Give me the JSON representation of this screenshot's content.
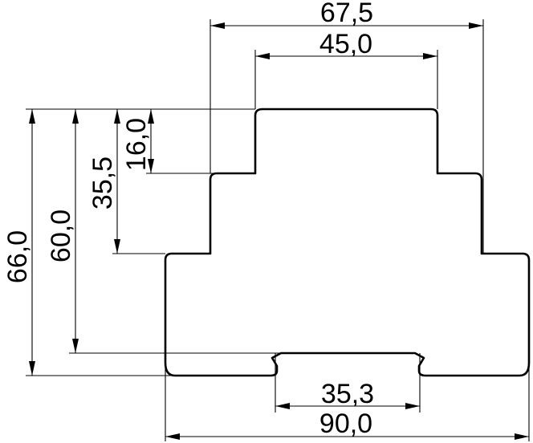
{
  "dimensions": {
    "top_width": "45,0",
    "middle_width": "67,5",
    "overall_width": "90,0",
    "rail_width": "35,3",
    "top_step_height": "16,0",
    "middle_step_height": "35,5",
    "rail_height": "60,0",
    "overall_height": "66,0"
  }
}
